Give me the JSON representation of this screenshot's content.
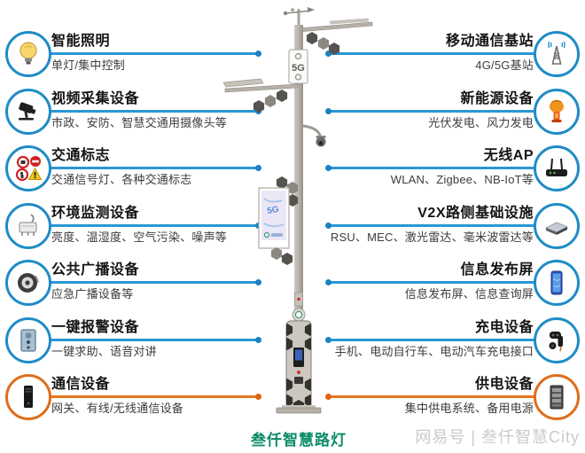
{
  "left_items": [
    {
      "title": "智能照明",
      "desc": "单灯/集中控制",
      "icon": "bulb-icon",
      "accent": "blue"
    },
    {
      "title": "视频采集设备",
      "desc": "市政、安防、智慧交通用摄像头等",
      "icon": "camera-icon",
      "accent": "blue"
    },
    {
      "title": "交通标志",
      "desc": "交通信号灯、各种交通标志",
      "icon": "traffic-signs-icon",
      "accent": "blue"
    },
    {
      "title": "环境监测设备",
      "desc": "亮度、温湿度、空气污染、噪声等",
      "icon": "env-monitor-icon",
      "accent": "blue"
    },
    {
      "title": "公共广播设备",
      "desc": "应急广播设备等",
      "icon": "speaker-icon",
      "accent": "blue"
    },
    {
      "title": "一键报警设备",
      "desc": "一键求助、语音对讲",
      "icon": "alarm-icon",
      "accent": "blue"
    },
    {
      "title": "通信设备",
      "desc": "网关、有线/无线通信设备",
      "icon": "gateway-icon",
      "accent": "orange"
    }
  ],
  "right_items": [
    {
      "title": "移动通信基站",
      "desc": "4G/5G基站",
      "icon": "base-station-icon",
      "accent": "blue"
    },
    {
      "title": "新能源设备",
      "desc": "光伏发电、风力发电",
      "icon": "wind-turbine-icon",
      "accent": "blue"
    },
    {
      "title": "无线AP",
      "desc": "WLAN、Zigbee、NB-IoT等",
      "icon": "router-icon",
      "accent": "blue"
    },
    {
      "title": "V2X路侧基础设施",
      "desc": "RSU、MEC、激光雷达、毫米波雷达等",
      "icon": "rsu-icon",
      "accent": "blue"
    },
    {
      "title": "信息发布屏",
      "desc": "信息发布屏、信息查询屏",
      "icon": "info-screen-icon",
      "accent": "blue"
    },
    {
      "title": "充电设备",
      "desc": "手机、电动自行车、电动汽车充电接口",
      "icon": "charger-icon",
      "accent": "blue"
    },
    {
      "title": "供电设备",
      "desc": "集中供电系统、备用电源",
      "icon": "power-cabinet-icon",
      "accent": "orange"
    }
  ],
  "pole": {
    "sign_text": "5G",
    "banner_text": "5G"
  },
  "footer": {
    "brand": "叁仟智慧路灯",
    "watermark": "网易号 | 叁仟智慧City"
  },
  "colors": {
    "line_blue": "#2a97d5",
    "dot_blue": "#1b82c4",
    "line_orange": "#e6761f",
    "dot_orange": "#e0640e",
    "circle_border_blue": "#1e8cc6",
    "circle_border_orange": "#df6d1a",
    "brand_green": "#0a8c66",
    "title_text": "#141414",
    "desc_text": "#3c3c3c",
    "watermark_gray": "#cacaca"
  }
}
